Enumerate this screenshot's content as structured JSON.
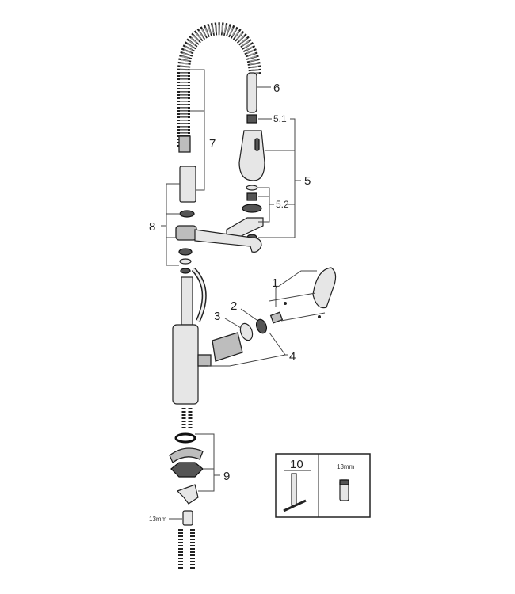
{
  "diagram": {
    "callouts": {
      "c1": "1",
      "c2": "2",
      "c3": "3",
      "c4": "4",
      "c5": "5",
      "c5_1": "5.1",
      "c5_2": "5.2",
      "c6": "6",
      "c7": "7",
      "c8": "8",
      "c9": "9"
    },
    "tool_box": {
      "number": "10",
      "size_label": "13mm"
    },
    "nut_size_label": "13mm"
  }
}
